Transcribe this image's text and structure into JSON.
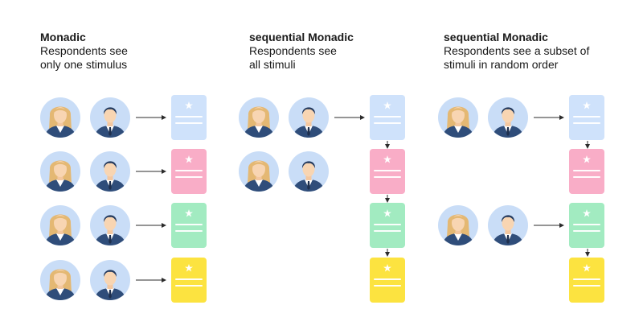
{
  "panels": [
    {
      "heading": "Monadic",
      "line1": "Respondents see",
      "line2": "only one stimulus"
    },
    {
      "heading": "sequential Monadic",
      "line1": "Respondents see",
      "line2": "all stimuli"
    },
    {
      "heading": "sequential Monadic",
      "line1": "Respondents see a subset of",
      "line2": "stimuli in random order"
    }
  ],
  "colors": {
    "blue": "#cfe2fb",
    "pink": "#f9adc7",
    "green": "#a2ebc1",
    "yellow": "#fce340",
    "avatarBg": "#c9ddf7",
    "arrow": "#2b2b2b"
  },
  "icons": [
    "female-respondent-icon",
    "male-respondent-icon",
    "star-icon",
    "arrow-icon"
  ]
}
